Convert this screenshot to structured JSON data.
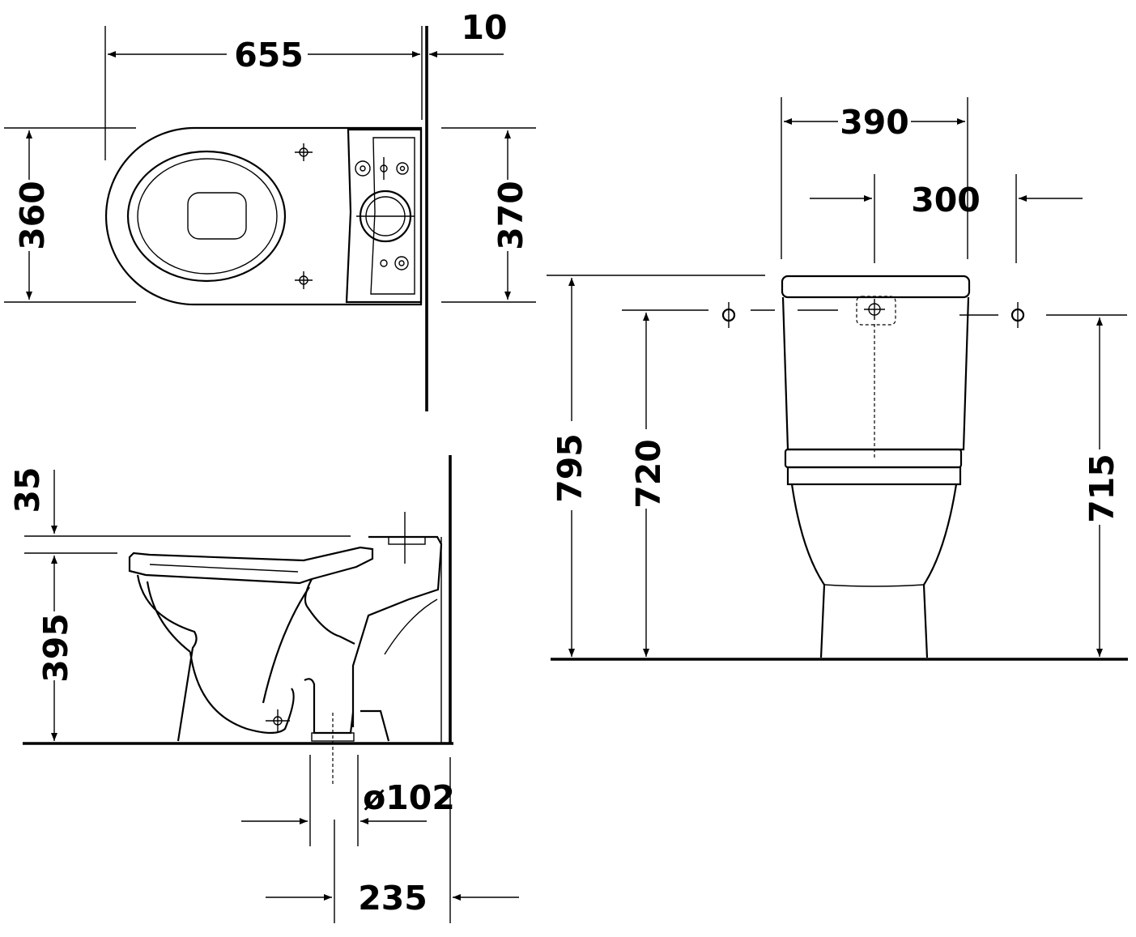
{
  "dimensions": {
    "top_length": "655",
    "wall_gap": "10",
    "bowl_width": "360",
    "cistern_width": "370",
    "cistern_outer_width": "390",
    "fixing_spacing": "300",
    "height_total": "795",
    "height_inlet": "720",
    "height_fixing": "715",
    "seat_thickness": "35",
    "seat_height": "395",
    "outlet_diameter": "ø102",
    "outlet_to_wall": "235"
  }
}
